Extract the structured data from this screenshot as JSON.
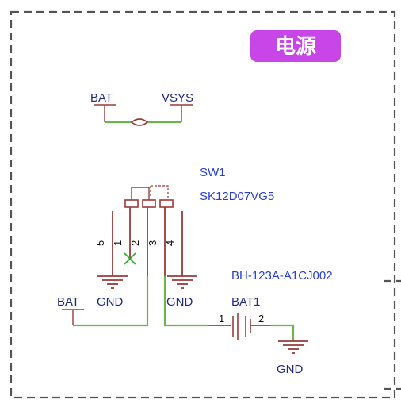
{
  "title": "电源",
  "colors": {
    "wire": "#6bb54a",
    "pin": "#9a3a3a",
    "net_label": "#1f2a80",
    "ref_label": "#2a3fd0",
    "badge": "#c845e8",
    "frame": "#555555",
    "no_connect": "#22b022"
  },
  "net_labels": {
    "bat_top": "BAT",
    "vsys": "VSYS",
    "bat_bottom": "BAT",
    "gnd_1": "GND",
    "gnd_2": "GND",
    "gnd_3": "GND"
  },
  "switch": {
    "ref": "SW1",
    "part": "SK12D07VG5",
    "pins": [
      "5",
      "1",
      "2",
      "3",
      "4"
    ]
  },
  "battery": {
    "ref": "BAT1",
    "part": "BH-123A-A1CJ002",
    "pin1": "1",
    "pin2": "2"
  },
  "icons": {
    "jumper": "solder-jumper-icon",
    "no_connect": "no-connect-x-icon",
    "ground": "ground-icon",
    "battery": "battery-icon"
  }
}
